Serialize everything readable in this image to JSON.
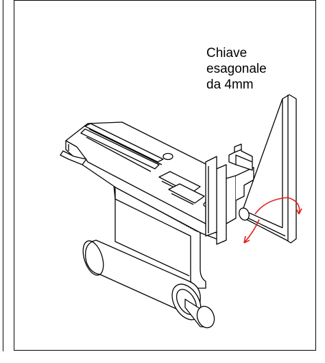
{
  "caption": {
    "line1": "Chiave",
    "line2": "esagonale",
    "line3": "da 4mm"
  },
  "colors": {
    "line": "#000000",
    "arrow": "#e0201b",
    "background": "#ffffff"
  }
}
